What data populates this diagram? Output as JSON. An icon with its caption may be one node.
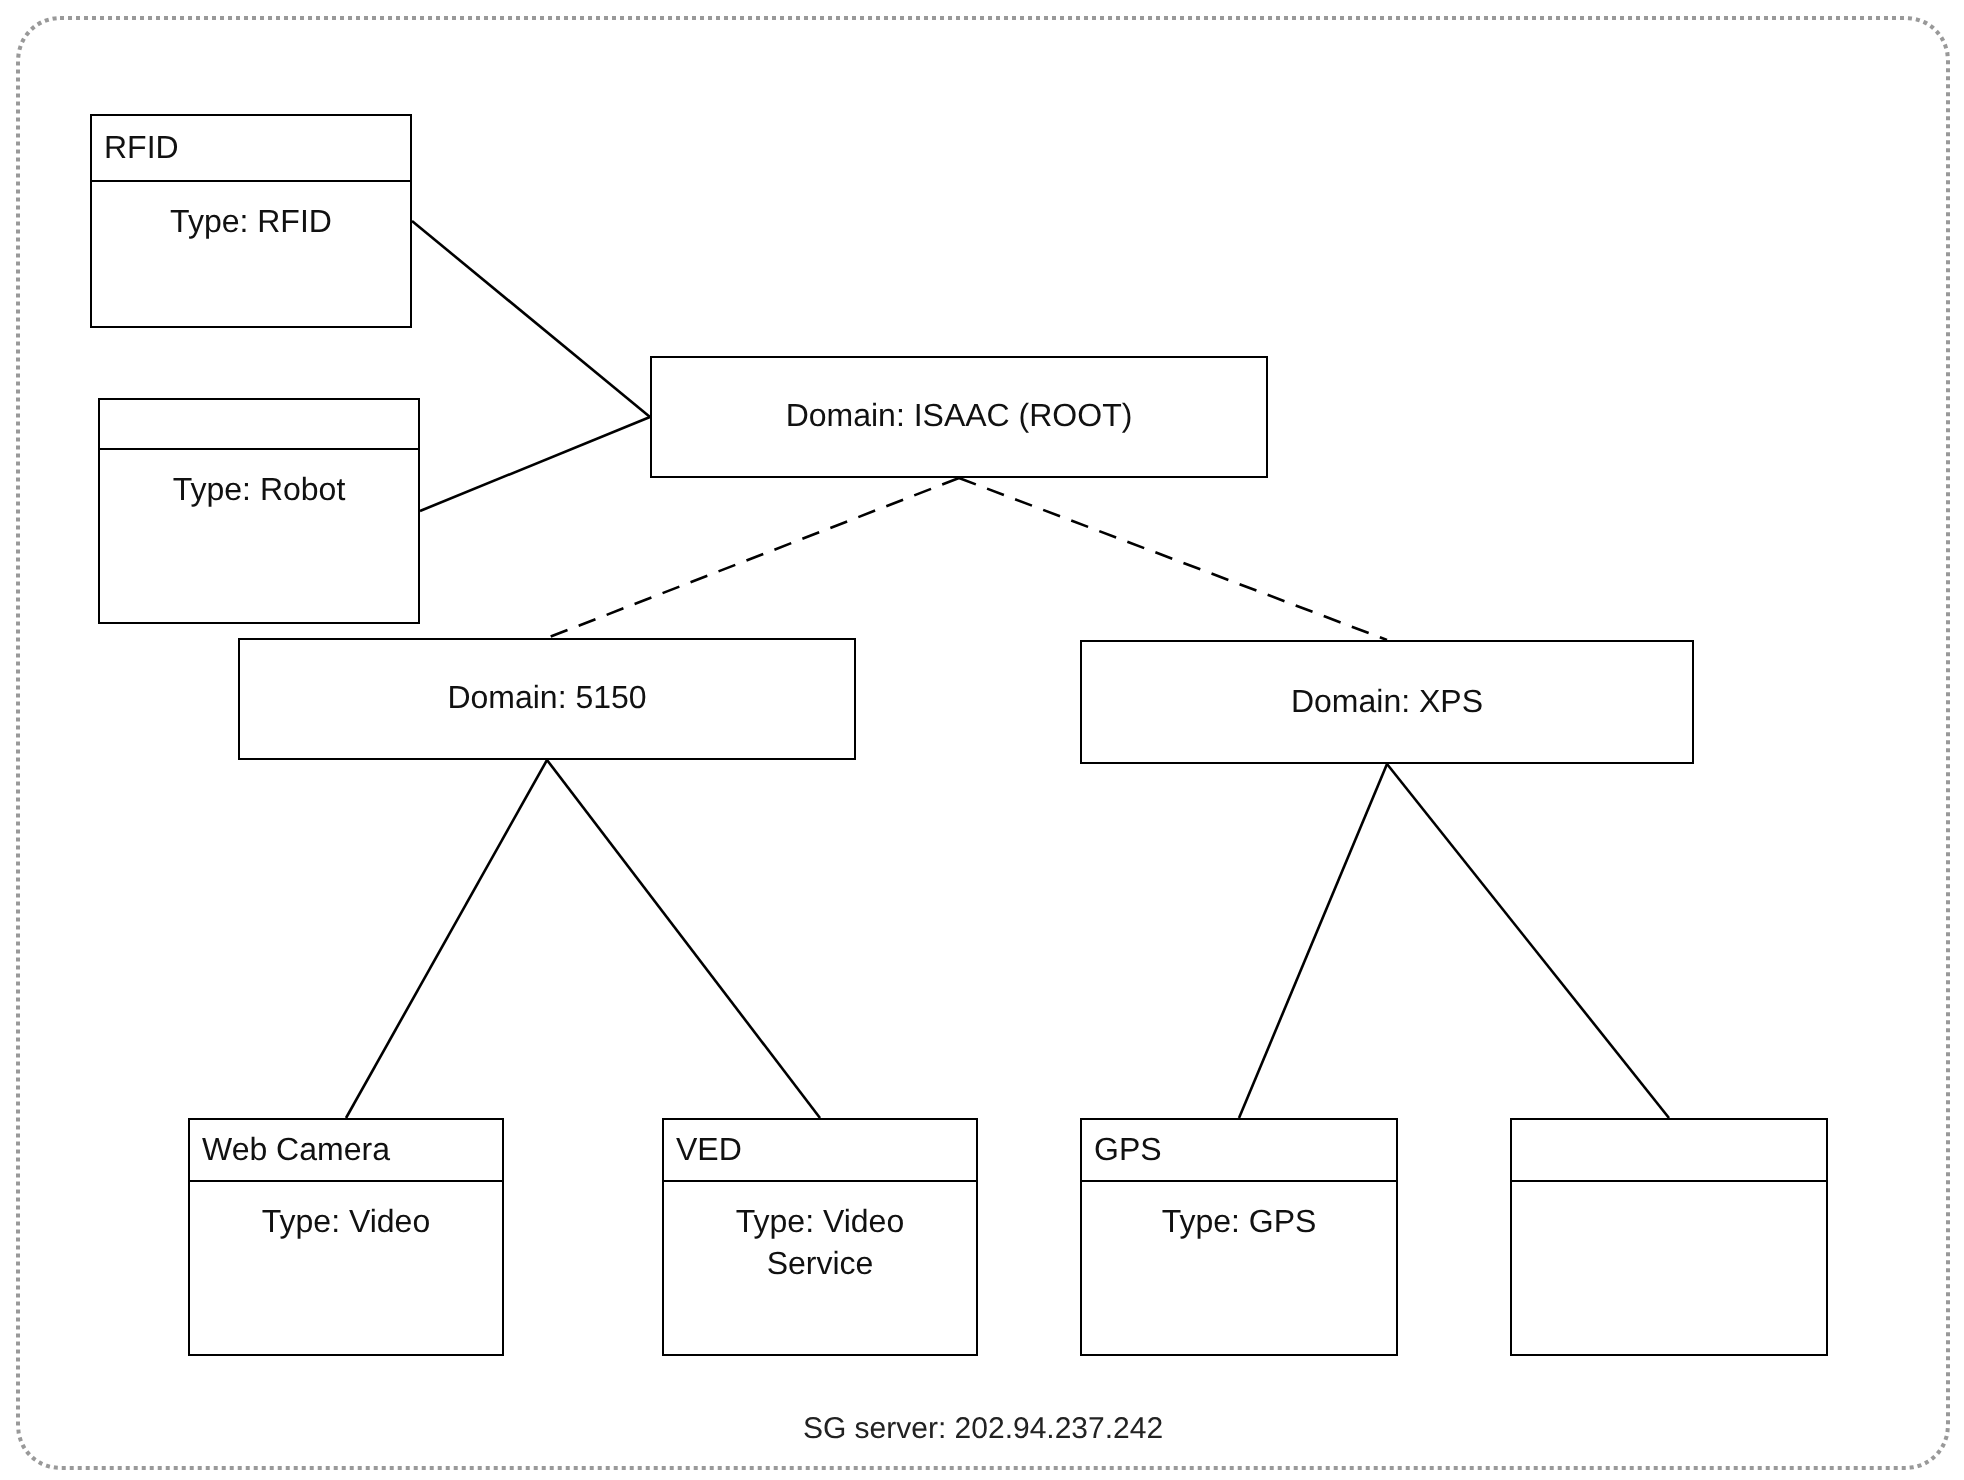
{
  "diagram": {
    "nodes": [
      {
        "text": [
          "SG server: 202.94.237.242"
        ]
      },
      {
        "text": [
          "RFID",
          "Type: RFID"
        ],
        "in": 0
      },
      {
        "text": [
          "Type: Robot"
        ],
        "in": 0
      },
      {
        "text": [
          "Domain: ISAAC (ROOT)"
        ],
        "in": 0
      },
      {
        "text": [
          "Domain: 5150"
        ],
        "in": 0
      },
      {
        "text": [
          "Domain: XPS"
        ],
        "in": 0
      },
      {
        "text": [
          "Web Camera",
          "Type: Video"
        ],
        "in": 0
      },
      {
        "text": [
          "VED",
          "Type: Video Service"
        ],
        "in": 0
      },
      {
        "text": [
          "GPS",
          "Type: GPS"
        ],
        "in": 0
      },
      {
        "text": [],
        "shape": "box",
        "in": 0
      }
    ],
    "edges": [
      {
        "from": 1,
        "to": 3,
        "arrow": "none"
      },
      {
        "from": 2,
        "to": 3,
        "arrow": "none"
      },
      {
        "from": 3,
        "to": 4,
        "arrow": "none",
        "style": "dashed"
      },
      {
        "from": 3,
        "to": 5,
        "arrow": "none",
        "style": "dashed"
      },
      {
        "from": 4,
        "to": 6,
        "arrow": "none"
      },
      {
        "from": 4,
        "to": 7,
        "arrow": "none"
      },
      {
        "from": 5,
        "to": 8,
        "arrow": "none"
      },
      {
        "from": 5,
        "to": 9,
        "arrow": "none"
      }
    ]
  }
}
